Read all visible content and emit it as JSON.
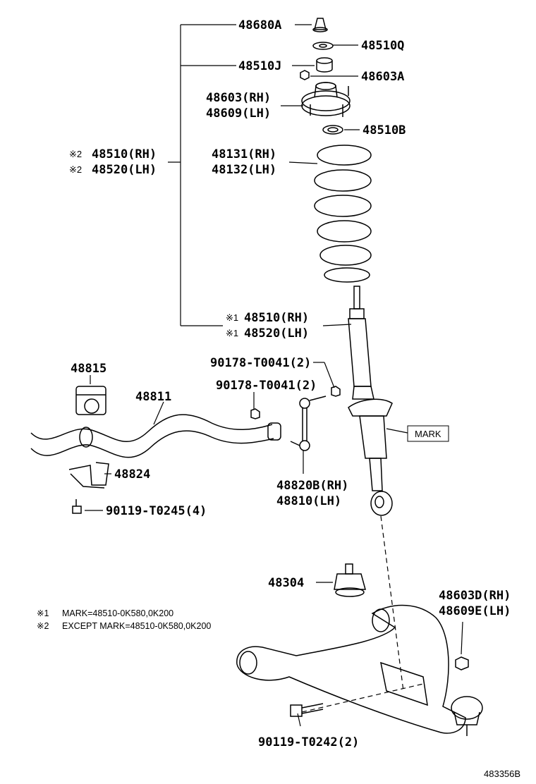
{
  "labels": {
    "p48680A": "48680A",
    "p48510Q": "48510Q",
    "p48510J": "48510J",
    "p48603A": "48603A",
    "p48603RH": "48603(RH)",
    "p48609LH": "48609(LH)",
    "p48510B": "48510B",
    "p48510RH_top": "48510(RH)",
    "p48520LH_top": "48520(LH)",
    "p48131RH": "48131(RH)",
    "p48132LH": "48132(LH)",
    "p48510RH_bot": "48510(RH)",
    "p48520LH_bot": "48520(LH)",
    "p48815": "48815",
    "p48811": "48811",
    "p90178a": "90178-T0041(2)",
    "p90178b": "90178-T0041(2)",
    "mark": "MARK",
    "p48824": "48824",
    "p48820B": "48820B(RH)",
    "p48810": "48810(LH)",
    "p90119a": "90119-T0245(4)",
    "p48304": "48304",
    "p48603D": "48603D(RH)",
    "p48609E": "48609E(LH)",
    "p90119b": "90119-T0242(2)",
    "figure_id": "483356B"
  },
  "markers": {
    "m1": "※1",
    "m2": "※2"
  },
  "notes": {
    "note1_text": "MARK=48510-0K580,0K200",
    "note2_text": "EXCEPT MARK=48510-0K580,0K200"
  }
}
